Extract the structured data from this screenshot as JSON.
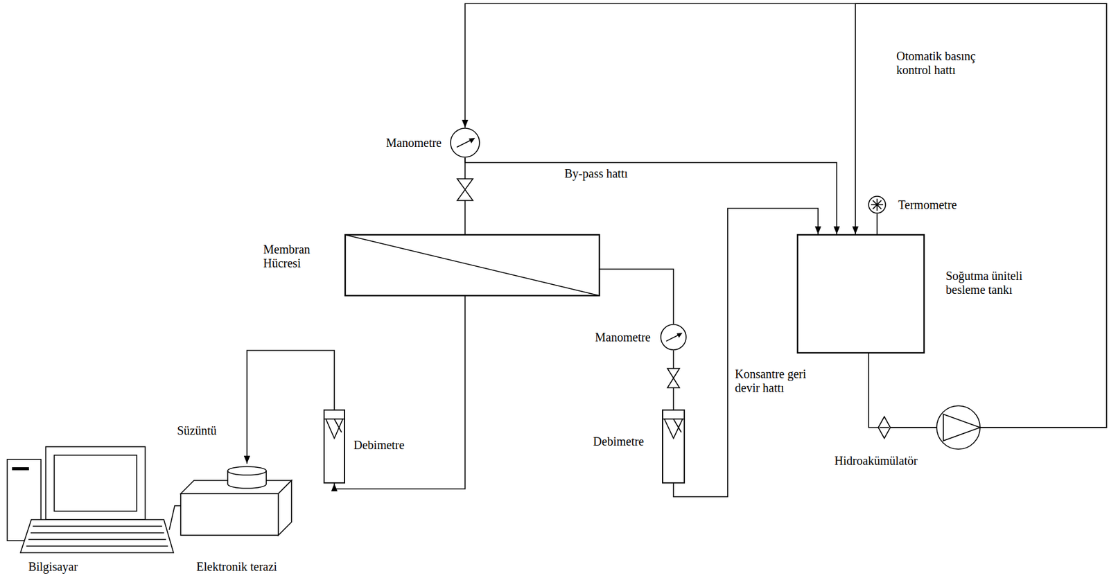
{
  "diagram": {
    "nodes": [
      {
        "text": [
          "Membran Hücresi"
        ]
      },
      {
        "text": [
          "Soğutma üniteli besleme tankı"
        ]
      },
      {
        "text": [
          "Manometre"
        ]
      },
      {
        "text": [
          "Manometre"
        ]
      },
      {
        "text": [
          "Debimetre"
        ]
      },
      {
        "text": [
          "Debimetre"
        ]
      },
      {
        "text": [
          "Termometre"
        ]
      },
      {
        "text": [
          "Hidroakümülatör"
        ]
      },
      {
        "text": [
          "Elektronik terazi"
        ]
      },
      {
        "text": [
          "Bilgisayar"
        ]
      }
    ],
    "edges": [
      {
        "from": 2,
        "to": 0,
        "arrow": "none"
      },
      {
        "from": 0,
        "to": 3,
        "arrow": "none"
      },
      {
        "from": 3,
        "to": 5,
        "arrow": "none"
      },
      {
        "from": 5,
        "to": 1,
        "label": "Konsantre geri devir hattı",
        "arrow": "to"
      },
      {
        "from": 2,
        "to": 1,
        "label": "By-pass hattı",
        "arrow": "to"
      },
      {
        "from": 0,
        "to": 4,
        "arrow": "to"
      },
      {
        "from": 4,
        "to": 8,
        "label": "Süzüntü",
        "arrow": "to"
      },
      {
        "from": 1,
        "to": 7,
        "arrow": "none"
      },
      {
        "from": 7,
        "to": 2,
        "arrow": "to"
      },
      {
        "from": 7,
        "to": 1,
        "label": "Otomatik basınç kontrol hattı",
        "arrow": "to"
      },
      {
        "from": 6,
        "to": 1,
        "arrow": "none"
      },
      {
        "from": 8,
        "to": 9,
        "arrow": "none"
      }
    ]
  }
}
